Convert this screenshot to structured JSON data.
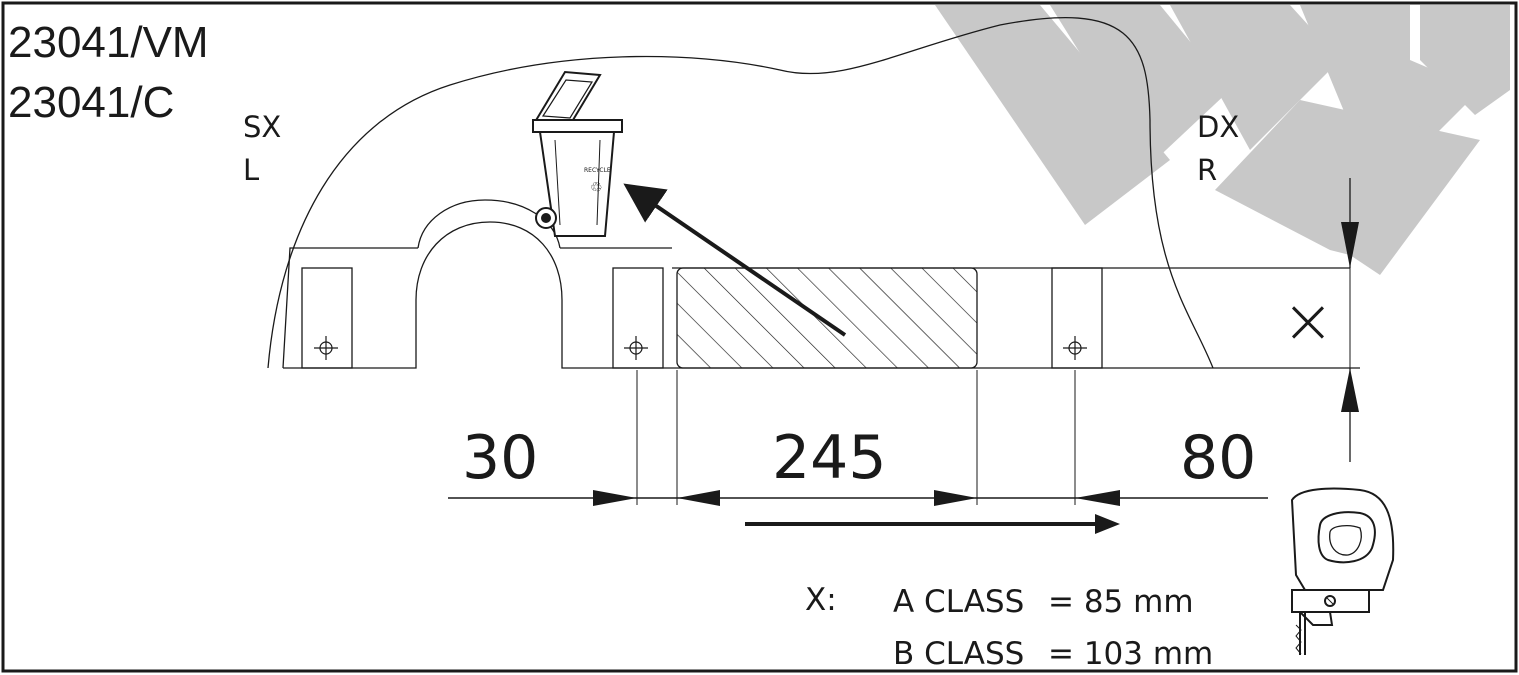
{
  "part_codes": [
    "23041/VM",
    "23041/C"
  ],
  "left_side": {
    "code": "SX",
    "letter": "L"
  },
  "right_side": {
    "code": "DX",
    "letter": "R"
  },
  "dimensions": {
    "left_offset": "30",
    "cut_width": "245",
    "right_offset": "80"
  },
  "x_marker": "×",
  "class_note": {
    "label": "X:",
    "rows": [
      {
        "name": "A CLASS",
        "value": "= 85 mm"
      },
      {
        "name": "B CLASS",
        "value": "= 103 mm"
      }
    ]
  },
  "bin_label": "RECYCLE",
  "recycle_symbol": "♲",
  "icons": {
    "bin": "recycle-bin-icon",
    "saw": "jigsaw-icon",
    "hole": "crosshair-hole-icon"
  },
  "colors": {
    "line": "#1a1a1a",
    "watermark": "#c8c8c8",
    "background": "#ffffff"
  }
}
